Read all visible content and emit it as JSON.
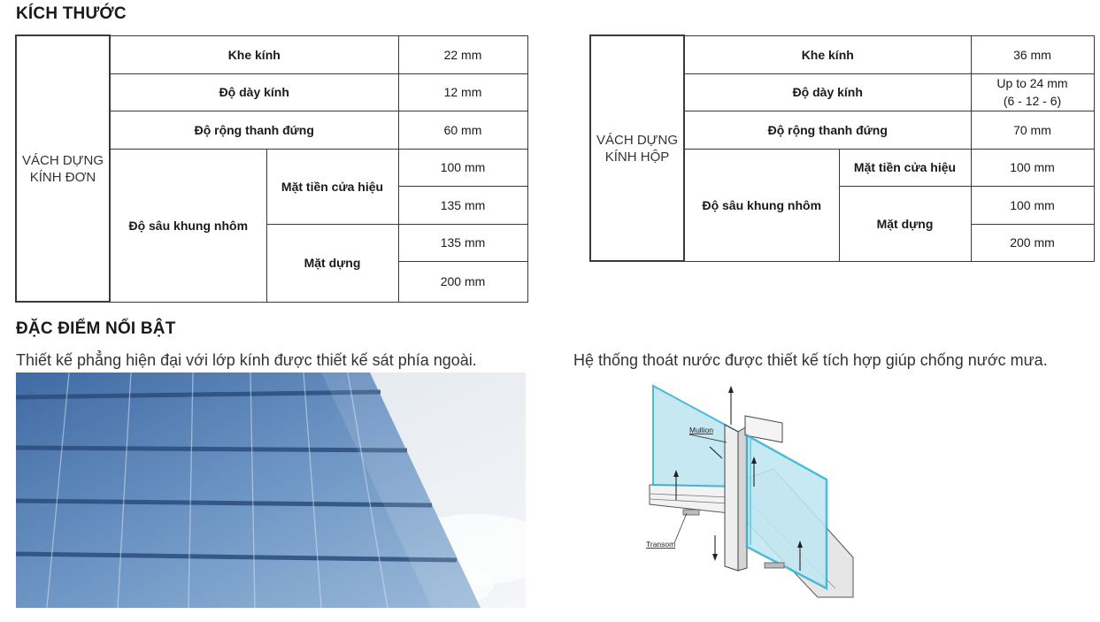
{
  "section1": {
    "title": "KÍCH THƯỚC"
  },
  "table_single": {
    "side_label": "VÁCH DỰNG\nKÍNH ĐƠN",
    "rows": {
      "khe_kinh": {
        "label": "Khe kính",
        "value": "22 mm"
      },
      "do_day": {
        "label": "Độ dày kính",
        "value": "12 mm"
      },
      "do_rong": {
        "label": "Độ rộng thanh đứng",
        "value": "60 mm"
      }
    },
    "depth": {
      "label": "Độ sâu khung nhôm",
      "storefront": {
        "label": "Mặt tiền cửa hiệu",
        "values": [
          "100 mm",
          "135 mm"
        ]
      },
      "curtain": {
        "label": "Mặt dựng",
        "values": [
          "135 mm",
          "200 mm"
        ]
      }
    }
  },
  "table_double": {
    "side_label": "VÁCH DỰNG\nKÍNH HỘP",
    "rows": {
      "khe_kinh": {
        "label": "Khe kính",
        "value": "36 mm"
      },
      "do_day": {
        "label": "Độ dày kính",
        "value": "Up to 24 mm\n(6 - 12 - 6)"
      },
      "do_rong": {
        "label": "Độ rộng thanh đứng",
        "value": "70 mm"
      }
    },
    "depth": {
      "label": "Độ sâu khung nhôm",
      "storefront": {
        "label": "Mặt tiền cửa hiệu",
        "values": [
          "100 mm"
        ]
      },
      "curtain": {
        "label": "Mặt dựng",
        "values": [
          "100 mm",
          "200 mm"
        ]
      }
    }
  },
  "section2": {
    "title": "ĐẶC ĐIỂM NỔI BẬT"
  },
  "features": {
    "left_caption": "Thiết kế phẳng hiện đại với lớp kính được thiết kế sát phía ngoài.",
    "right_caption": "Hệ thống thoát nước được thiết kế tích hợp giúp chống nước mưa."
  },
  "diagram": {
    "mullion_label": "Mullion",
    "transom_label": "Transom"
  },
  "colors": {
    "glass": "#bfe6f2",
    "glass_edge": "#35b3d6",
    "sky": "#e9edf1",
    "facade": "#4f79ae"
  }
}
